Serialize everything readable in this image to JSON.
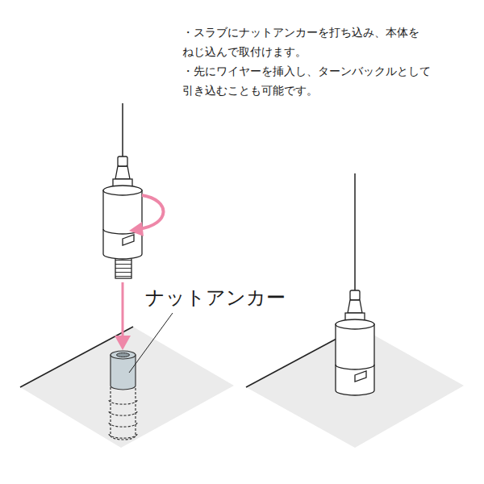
{
  "diagram": {
    "labels": [
      "・スラブにナットアンカーを打ち込み、本体をねじ込んで取付けます。",
      "・先にワイヤーを挿入し、ターンバックルとして引き込むことも可能です。",
      "ナットアンカー"
    ]
  }
}
